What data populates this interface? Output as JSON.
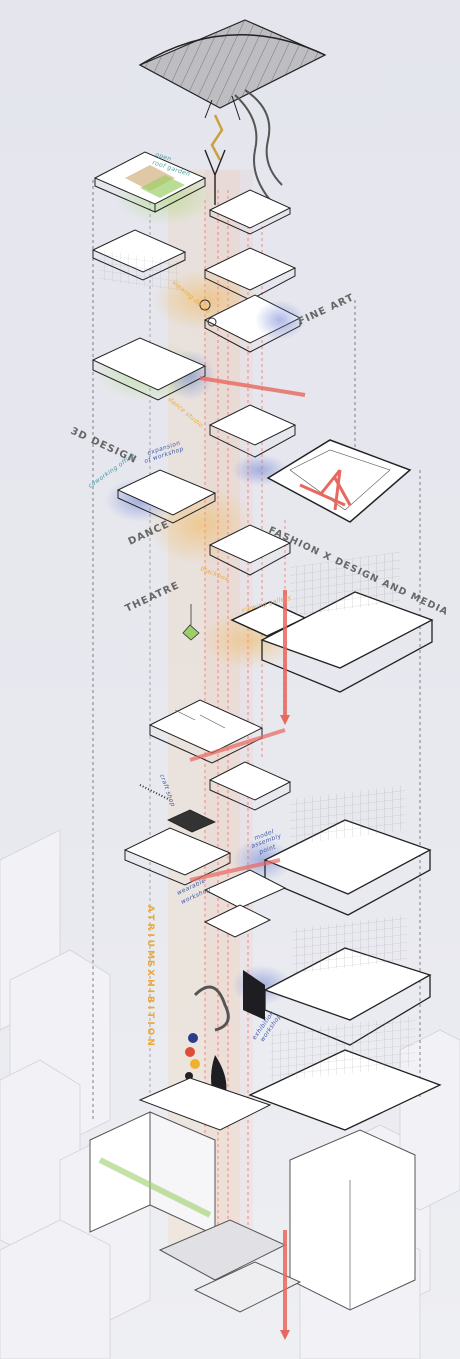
{
  "zones": {
    "fine_art": "FINE ART",
    "design_3d": "3D DESIGN",
    "dance": "DANCE",
    "fashion": "FASHION X DESIGN AND MEDIA",
    "theatre": "THEATRE"
  },
  "annotations": {
    "open_roof_garden_1": "open",
    "open_roof_garden_2": "roof garden",
    "viewing_deck": "viewing decks",
    "dance_studio": "dance studio",
    "expansion_1": "expansion",
    "expansion_2": "of workshop",
    "coworking": "coworking office",
    "blackbox": "blackbox",
    "viewing_gallery": "viewing gallery",
    "craft_shop": "craft shop",
    "model_assembly_1": "model",
    "model_assembly_2": "assembly",
    "model_assembly_3": "point",
    "wearable_1": "wearable",
    "wearable_2": "workshop",
    "exhibition_1": "exhibition",
    "exhibition_2": "workshop"
  },
  "vertical_label": {
    "atrium": "ATRIUM",
    "exhibition": "EXHIBITION"
  },
  "colors": {
    "accent_orange": "#f0a830",
    "circulation_red": "#e8675f",
    "annotation_blue": "#3d5aa8",
    "annotation_teal": "#4a9aa0",
    "garden_green": "#9ccf6a"
  }
}
